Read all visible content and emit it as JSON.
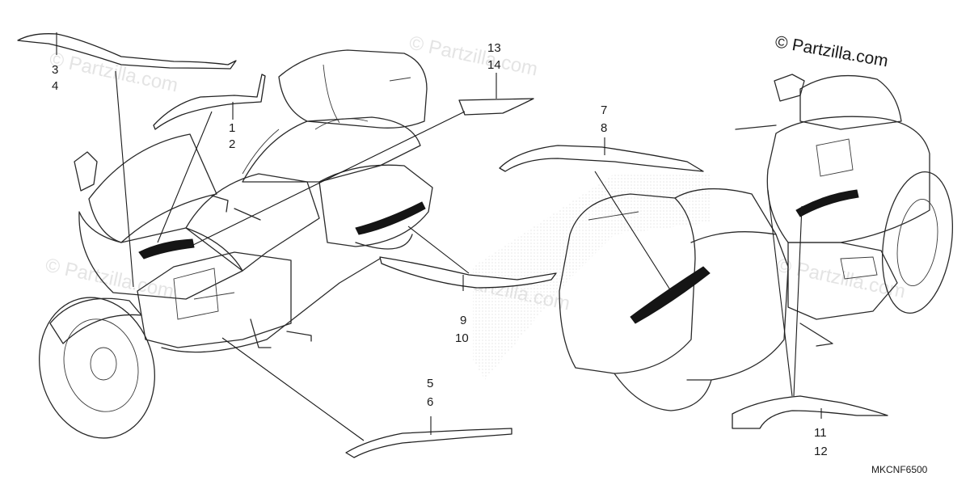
{
  "copyright": "© Partzilla.com",
  "diagram_code": "MKCNF6500",
  "watermark_text": "© Partzilla.com",
  "callouts": [
    {
      "id": "c34",
      "lines": [
        "3",
        "4"
      ]
    },
    {
      "id": "c12",
      "lines": [
        "1",
        "2"
      ]
    },
    {
      "id": "c1314",
      "lines": [
        "13",
        "14"
      ]
    },
    {
      "id": "c78",
      "lines": [
        "7",
        "8"
      ]
    },
    {
      "id": "c910",
      "lines": [
        "9",
        "10"
      ]
    },
    {
      "id": "c56",
      "lines": [
        "5",
        "6"
      ]
    },
    {
      "id": "c1112",
      "lines": [
        "11",
        "12"
      ]
    }
  ],
  "colors": {
    "line": "#2a2a2a",
    "decal": "#151515",
    "watermark": "#e4e4e4"
  }
}
